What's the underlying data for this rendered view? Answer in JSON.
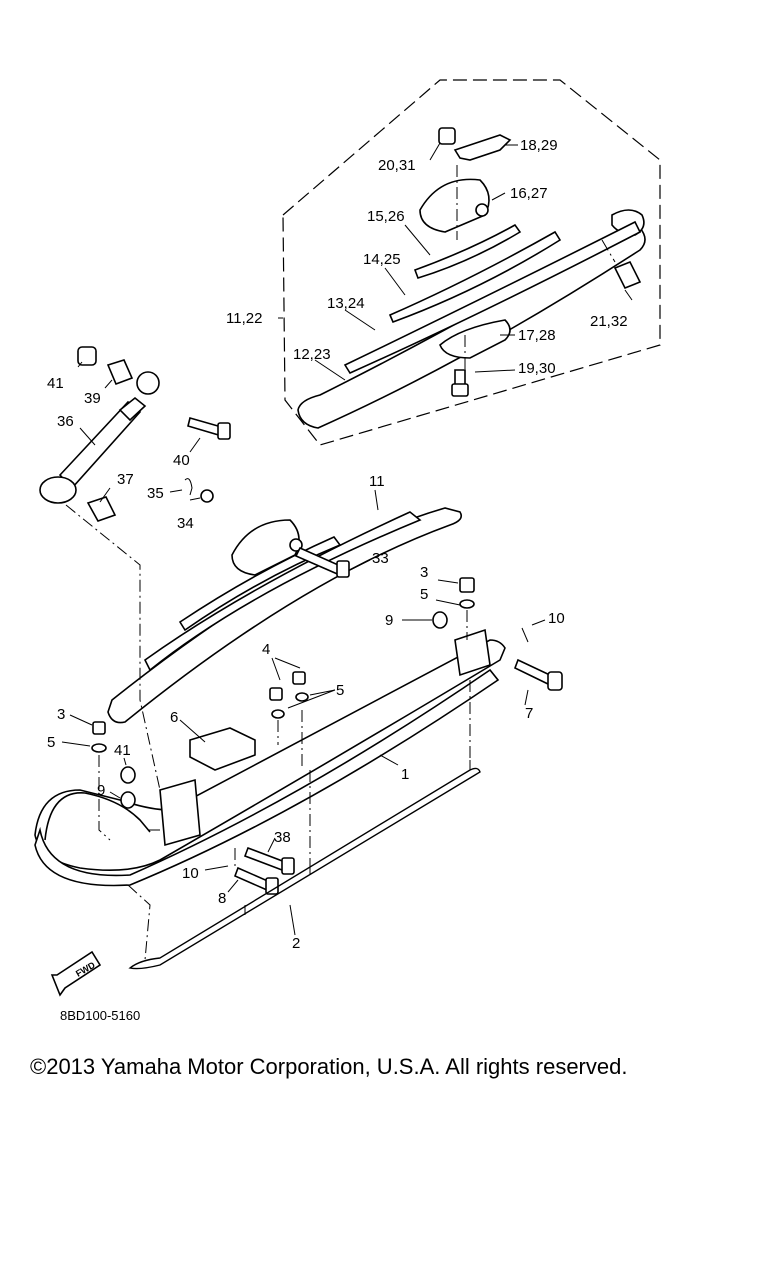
{
  "diagram": {
    "code": "8BD100-5160",
    "fwd_label": "FWD",
    "callouts": {
      "c18_29": "18,29",
      "c20_31": "20,31",
      "c16_27": "16,27",
      "c15_26": "15,26",
      "c14_25": "14,25",
      "c13_24": "13,24",
      "c11_22": "11,22",
      "c12_23": "12,23",
      "c21_32": "21,32",
      "c17_28": "17,28",
      "c19_30": "19,30",
      "c41a": "41",
      "c39": "39",
      "c36": "36",
      "c40": "40",
      "c37": "37",
      "c35": "35",
      "c34": "34",
      "c11": "11",
      "c33": "33",
      "c3a": "3",
      "c5a": "5",
      "c9a": "9",
      "c10a": "10",
      "c4": "4",
      "c5b": "5",
      "c7": "7",
      "c6": "6",
      "c1": "1",
      "c3b": "3",
      "c5c": "5",
      "c41b": "41",
      "c9b": "9",
      "c38": "38",
      "c10b": "10",
      "c8": "8",
      "c2": "2"
    }
  },
  "footer": {
    "copyright": "©2013 Yamaha Motor Corporation, U.S.A. All rights reserved."
  }
}
